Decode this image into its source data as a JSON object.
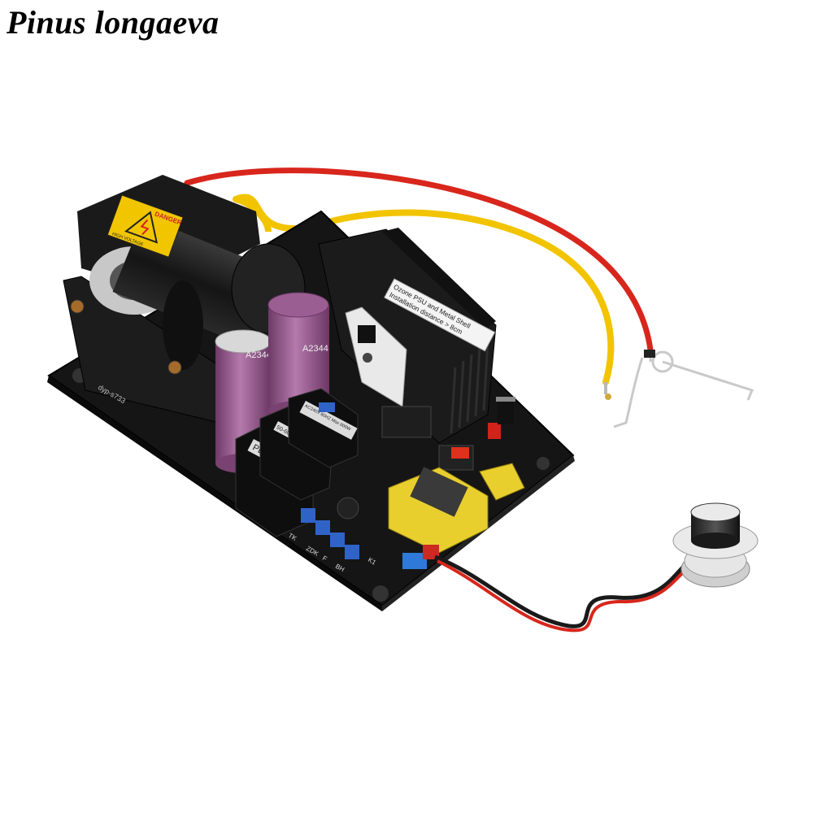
{
  "watermark": {
    "text": "Pinus longaeva"
  },
  "product": {
    "danger_label": "DANGER",
    "high_voltage_label": "HIGH VOLTAGE",
    "capacitor_marking_1": "A2344",
    "capacitor_marking_2": "A2344",
    "module_label_1": "PL-04357",
    "module_label_2": "50-60G/H 450W",
    "module_label_3": "AC240V 60HZ Max 600W",
    "sticker_text_1": "Ozone PSU and Metal Shell",
    "sticker_text_2": "Installation distance > 8cm",
    "board_code": "dyp-s733",
    "silk_labels": [
      "TK",
      "ZDK",
      "F",
      "BH",
      "K1"
    ]
  },
  "colors": {
    "board": "#151515",
    "wire_red": "#d8261c",
    "wire_yellow": "#f2c400",
    "capacitor": "#8e4e86",
    "trimmer": "#2f63c8",
    "transformer_yellow": "#e9cf2e"
  }
}
